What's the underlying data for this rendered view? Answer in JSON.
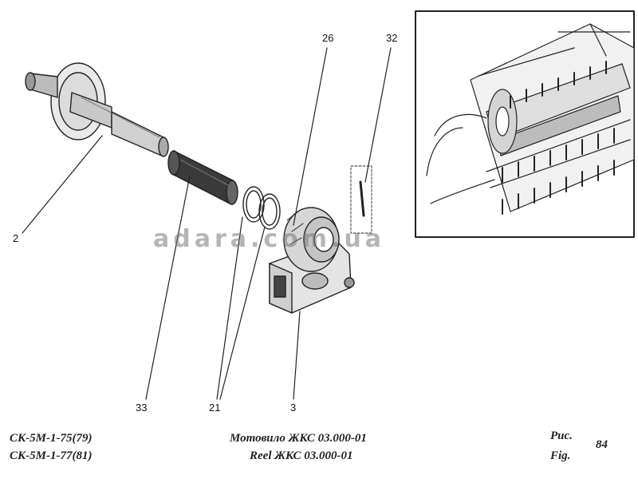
{
  "callouts": {
    "c2": "2",
    "c26": "26",
    "c32": "32",
    "c33": "33",
    "c21": "21",
    "c3": "3"
  },
  "footer": {
    "model_line1": "СК-5М-1-75(79)",
    "model_line2": "СК-5М-1-77(81)",
    "title_ru": "Мотовило ЖКС 03.000-01",
    "title_en": "Reel ЖКС 03.000-01",
    "fig_ru": "Рис.",
    "fig_en": "Fig.",
    "fig_number": "84"
  },
  "watermark": "adara.com.ua",
  "colors": {
    "ink": "#222222",
    "watermark": "#8c8c8c"
  }
}
